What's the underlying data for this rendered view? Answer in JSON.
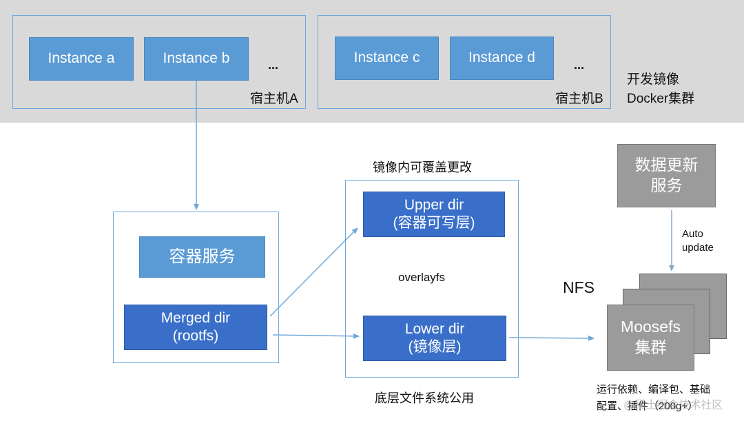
{
  "top_band": {
    "host_a": {
      "instance_a": "Instance a",
      "instance_b": "Instance b",
      "ellipsis": "...",
      "label": "宿主机A"
    },
    "host_b": {
      "instance_c": "Instance c",
      "instance_d": "Instance d",
      "ellipsis": "...",
      "label": "宿主机B"
    },
    "cluster_label": "开发镜像\nDocker集群"
  },
  "container": {
    "service": "容器服务",
    "merged_dir": "Merged dir\n(rootfs)"
  },
  "overlay": {
    "top_caption": "镜像内可覆盖更改",
    "upper_dir": "Upper dir\n(容器可写层)",
    "middle_label": "overlayfs",
    "lower_dir": "Lower dir\n(镜像层)",
    "bottom_caption": "底层文件系统公用"
  },
  "storage": {
    "update_service": "数据更新\n服务",
    "auto_update": "Auto\nupdate",
    "nfs": "NFS",
    "moosefs": "Moosefs\n集群",
    "caption_line1": "运行依赖、编译包、基础",
    "caption_line2": "配置、插件（200g+）",
    "watermark": "@稀土掘金技术社区"
  },
  "colors": {
    "band": "#d9d9d9",
    "frame": "#6fa8dc",
    "light_blue": "#5b9bd5",
    "dark_blue": "#3a6fc9",
    "gray": "#9b9b9b",
    "arrow": "#6fa8dc"
  }
}
